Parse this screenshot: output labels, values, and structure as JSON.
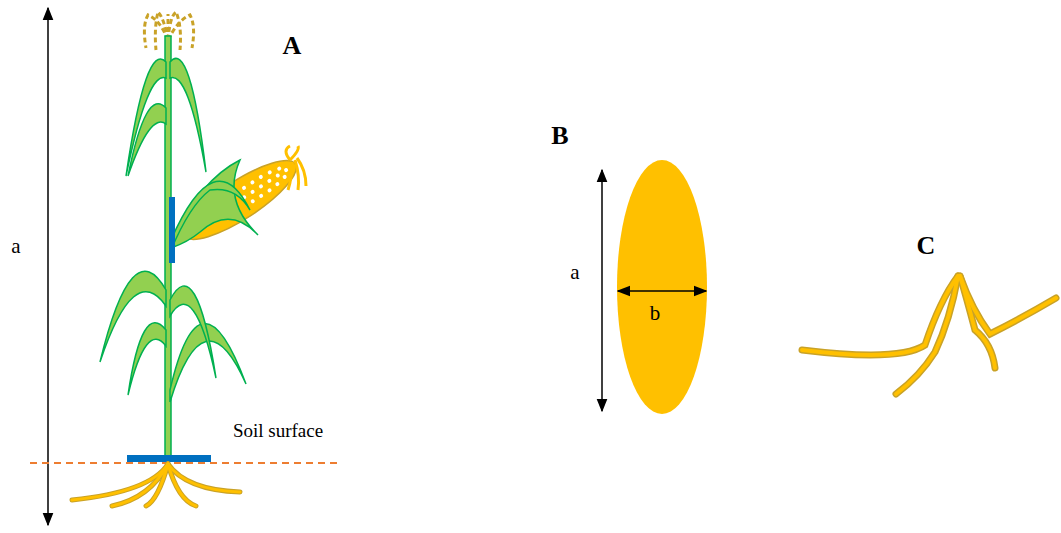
{
  "diagram": {
    "labels": [
      "A",
      "a",
      "Soil surface",
      "B",
      "a",
      "b",
      "C"
    ]
  }
}
